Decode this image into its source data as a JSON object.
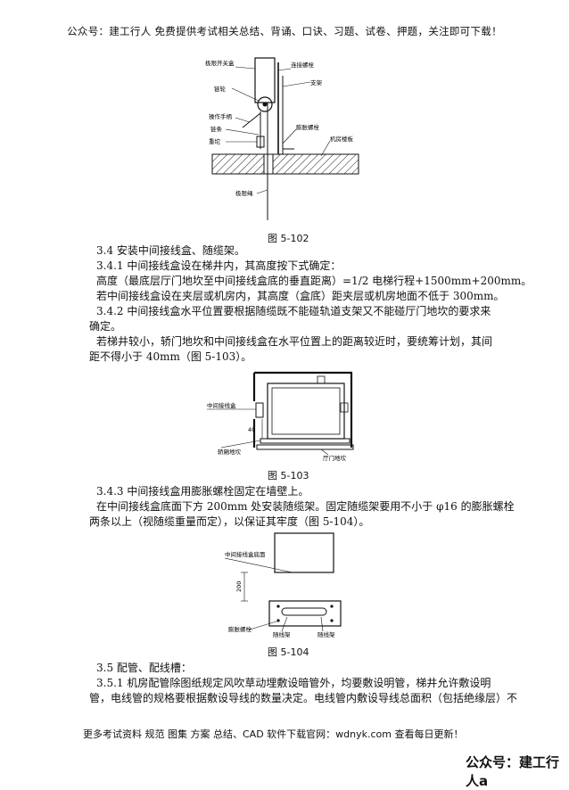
{
  "header": "公众号：建工行人 免费提供考试相关总结、背诵、口诀、习题、试卷、押题，关注即可下载！",
  "fig102": {
    "labels": [
      "极限开关盒",
      "连接螺栓",
      "支架",
      "链轮",
      "操作手柄",
      "链条",
      "重坨",
      "膨胀螺栓",
      "机房楼板",
      "极限绳"
    ],
    "caption": "图 5-102"
  },
  "body1": [
    "3.4   安装中间接线盒、随缆架。",
    "3.4.1   中间接线盒设在梯井内，其高度按下式确定：",
    "高度（最底层厅门地坎至中间接线盒底的垂直距离）=1/2 电梯行程+1500mm+200mm。",
    "若中间接线盒设在夹层或机房内，其高度（盒底）距夹层或机房地面不低于 300mm。",
    "3.4.2   中间接线盒水平位置要根据随缆既不能碰轨道支架又不能碰厅门地坎的要求来",
    "确定。",
    "若梯井较小，轿门地坎和中间接线盒在水平位置上的距离较近时，要统筹计划，其间",
    "距不得小于 40mm（图 5-103）。"
  ],
  "fig103": {
    "labels": [
      "中间接线盒",
      "40",
      "轿厢地坎",
      "厅门地坎"
    ],
    "caption": "图 5-103"
  },
  "body2": [
    "3.4.3   中间接线盒用膨胀螺栓固定在墙壁上。",
    "在中间接线盒底面下方 200mm 处安装随缆架。固定随缆架要用不小于 φ16 的膨胀螺栓",
    "两条以上（视随缆重量而定），以保证其牢度（图 5-104）。"
  ],
  "fig104": {
    "labels": [
      "中间接线盒底面",
      "200",
      "膨胀螺栓",
      "随线架",
      "随线架"
    ],
    "caption": "图 5-104"
  },
  "body3": [
    "3.5   配管、配线槽：",
    "3.5.1   机房配管除图纸规定风吹草动埋敷设暗管外，均要敷设明管，梯井允许敷设明",
    "管，电线管的规格要根据敷设导线的数量决定。电线管内敷设导线总面积（包括绝缘层）不"
  ],
  "footer": "更多考试资料 规范 图集 方案 总结、CAD 软件下载官网：wdnyk.com 查看每日更新！",
  "watermark": "公众号：建工行人a"
}
